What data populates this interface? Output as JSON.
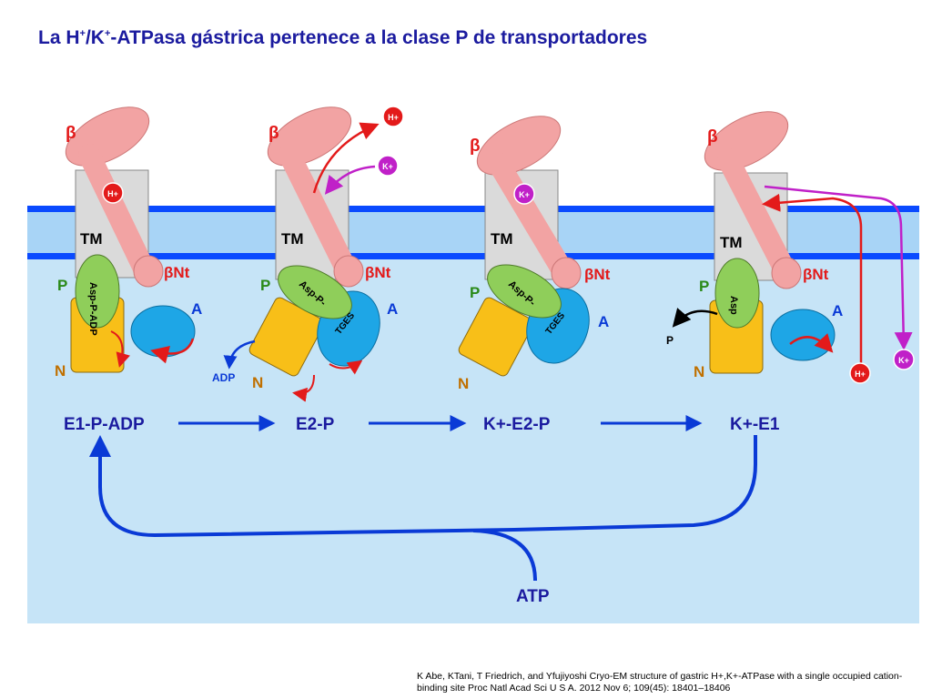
{
  "title": "La H+/K+-ATPasa gástrica pertenece a la clase P de transportadores",
  "title_parts": {
    "t1": "La H",
    "s1": "+",
    "t2": "/K",
    "s2": "+",
    "t3": "-ATPasa gástrica pertenece a la clase P de transportadores"
  },
  "colors": {
    "title": "#1b1b9f",
    "cytoplasm": "#c6e4f7",
    "membrane": "#0a4aff",
    "tm": "#dadada",
    "beta": "#f2a3a3",
    "p_domain": "#8fce5a",
    "n_domain": "#f8bf18",
    "a_domain": "#1ea6e6",
    "proton": "#e31a1a",
    "potassium": "#c020c8",
    "arrow_blue": "#0a3ad6",
    "label_green": "#2a8a18",
    "label_orange": "#c07000"
  },
  "labels": {
    "beta": "β",
    "tm": "TM",
    "bnt": "βNt",
    "p": "P",
    "n": "N",
    "a": "A",
    "h": "H+",
    "k": "K+",
    "adp": "ADP",
    "pi": "P",
    "tges": "TGES",
    "asp_p_adp": "Asp-P-ADP",
    "asp_p": "Asp-P-",
    "asp": "Asp"
  },
  "states": [
    "E1-P-ADP",
    "E2-P",
    "K+-E2-P",
    "K+-E1"
  ],
  "atp": "ATP",
  "citation": "K Abe, KTani, T Friedrich, and Yfujiyoshi Cryo-EM structure of gastric H+,K+-ATPase with a single occupied cation-binding site Proc Natl Acad Sci U S A. 2012 Nov 6; 109(45): 18401–18406"
}
